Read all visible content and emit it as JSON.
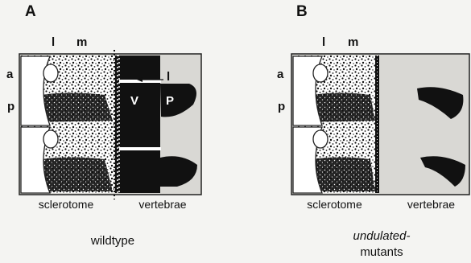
{
  "panel_a": {
    "letter": "A",
    "label_l": "l",
    "label_m": "m",
    "label_a": "a",
    "label_p": "p",
    "label_V": "V",
    "label_P": "P",
    "label_arrow_l": "l",
    "region_left": "sclerotome",
    "region_right": "vertebrae",
    "caption": "wildtype"
  },
  "panel_b": {
    "letter": "B",
    "label_l": "l",
    "label_m": "m",
    "label_a": "a",
    "label_p": "p",
    "region_left": "sclerotome",
    "region_right": "vertebrae",
    "caption_line1": "undulated-",
    "caption_line2": "mutants"
  },
  "colors": {
    "box_fill": "#d9d8d4",
    "dark": "#111111",
    "outline": "#222222"
  }
}
